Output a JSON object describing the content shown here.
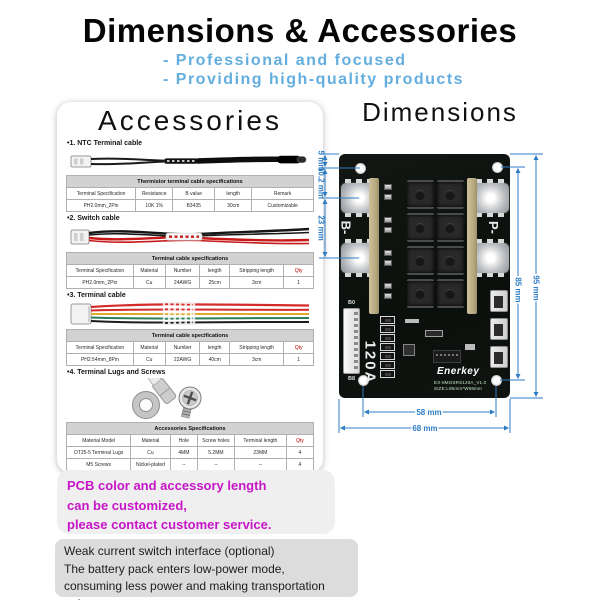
{
  "header": {
    "title": "Dimensions & Accessories",
    "subtitle1": "- Professional and focused",
    "subtitle2": "- Providing high-quality products"
  },
  "accessories": {
    "title": "Accessories",
    "items": [
      {
        "label": "•1.  NTC Terminal cable",
        "table": {
          "title": "Thermistor terminal cable specifications",
          "headers": [
            "Terminal Specification",
            "Resistance",
            "B value",
            "length",
            "Remark"
          ],
          "rows": [
            [
              "PH2.0mm_2Pin",
              "10K  1%",
              "B3435",
              "30cm",
              "Customizable"
            ]
          ]
        }
      },
      {
        "label": "•2. Switch cable",
        "table": {
          "title": "Terminal cable specifications",
          "headers": [
            "Terminal Specification",
            "Material",
            "Number",
            "length",
            "Stripping length",
            "Qty"
          ],
          "rows": [
            [
              "PH2.0mm_2Pin",
              "Cu",
              "24AWG",
              "25cm",
              "3cm",
              "1"
            ]
          ]
        }
      },
      {
        "label": "•3. Terminal cable",
        "table": {
          "title": "Terminal cable specifications",
          "headers": [
            "Terminal Specification",
            "Material",
            "Number",
            "length",
            "Stripping length",
            "Qty"
          ],
          "rows": [
            [
              "PH2.54mm_8Pin",
              "Cu",
              "22AWG",
              "40cm",
              "3cm",
              "1"
            ]
          ]
        }
      },
      {
        "label": "•4. Terminal Lugs and Screws",
        "table": {
          "title": "Accessories Specifications",
          "headers": [
            "Material Model",
            "Material",
            "Hole",
            "Screw holes",
            "Terminal length",
            "Qty"
          ],
          "rows": [
            [
              "OT25-5 Terminal Lugs",
              "Cu",
              "4MM",
              "5.2MM",
              "23MM",
              "4"
            ],
            [
              "M5 Screws",
              "Nickel-plated",
              "--",
              "--",
              "--",
              "4"
            ]
          ]
        }
      }
    ]
  },
  "dimensions": {
    "title": "Dimensions",
    "labels": {
      "d5": "5 mm",
      "d102": "10.2 mm",
      "d23": "23 mm",
      "d85": "85 mm",
      "d95": "95 mm",
      "d58": "58 mm",
      "d68": "68 mm"
    }
  },
  "pcb": {
    "neg_terminal": "B-",
    "pos_terminal": "P-",
    "b0": "B0",
    "b8": "B8",
    "current_rating": "120A",
    "brand": "Enerkey",
    "model": "EX-8MOSRS120A_V1.0",
    "size": "SIZE:L95mm*W68mm"
  },
  "notes": {
    "customize": [
      "PCB color and accessory length",
      "can be customized,",
      "please contact customer service."
    ],
    "weak": [
      "Weak current switch interface (optional)",
      "The battery pack enters low-power mode,",
      "consuming less power and making transportation safer"
    ]
  },
  "colors": {
    "dimension_blue": "#2e7cc4",
    "subtitle_blue": "#63aede",
    "magenta": "#c715c7"
  }
}
